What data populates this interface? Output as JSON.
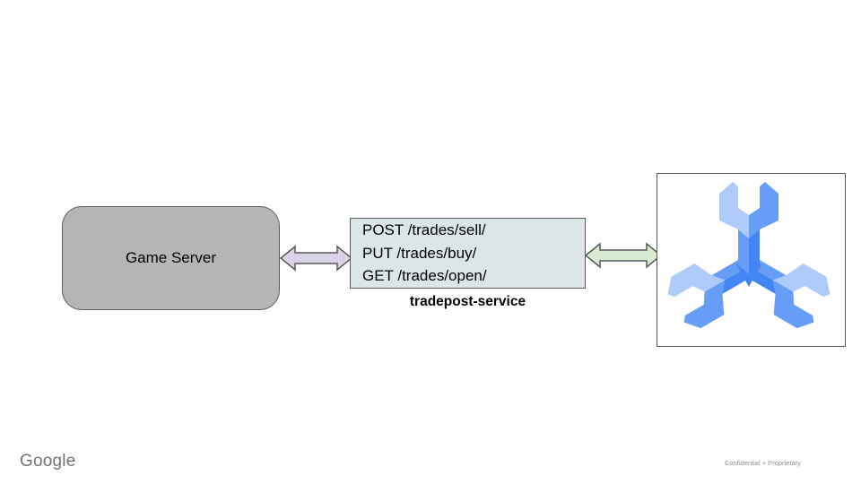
{
  "diagram": {
    "game_server": {
      "label": "Game Server",
      "fill": "#b5b5b5",
      "border": "#5f5f5f"
    },
    "arrow_left": {
      "direction": "bidirectional",
      "fill": "#d9d2e9",
      "stroke": "#595959"
    },
    "service_box": {
      "fill": "#dce6e9",
      "border": "#595959",
      "lines": [
        "POST /trades/sell/",
        "PUT /trades/buy/",
        "GET /trades/open/"
      ]
    },
    "service_label": "tradepost-service",
    "arrow_right": {
      "direction": "bidirectional",
      "fill": "#d9ead3",
      "stroke": "#595959"
    },
    "spanner_icon": {
      "name": "cloud-spanner-logo",
      "box_border": "#595959",
      "colors": {
        "light": "#aecbfa",
        "medium": "#669df6",
        "dark": "#4285f4"
      }
    }
  },
  "footer": {
    "brand": "Google",
    "note": "Confidential + Proprietary"
  }
}
